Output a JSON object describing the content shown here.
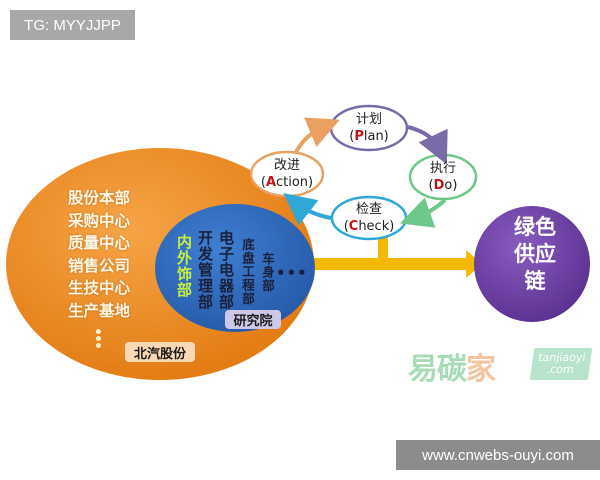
{
  "watermark_top": "TG: MYYJJPP",
  "watermark_bottom": "www.cnwebs-ouyi.com",
  "orange_group": {
    "label": "北汽股份",
    "departments": [
      "股份本部",
      "采购中心",
      "质量中心",
      "销售公司",
      "生技中心",
      "生产基地"
    ],
    "more": "⋮",
    "color": "#ef8a1c"
  },
  "blue_group": {
    "label": "研究院",
    "departments": [
      "内外饰部",
      "开发管理部",
      "电子电器部",
      "底盘工程部",
      "车身部"
    ],
    "more": "•••",
    "color": "#2f6cc0"
  },
  "pdca_cycle": {
    "plan": {
      "cn": "计划",
      "prefix": "(",
      "letter": "P",
      "rest": "lan)",
      "color": "#7b6aa8"
    },
    "do": {
      "cn": "执行",
      "prefix": "(",
      "letter": "D",
      "rest": "o)",
      "color": "#6cc98a"
    },
    "check": {
      "cn": "检查",
      "prefix": "(",
      "letter": "C",
      "rest": "heck)",
      "color": "#2fa8d8"
    },
    "action": {
      "cn": "改进",
      "prefix": "(",
      "letter": "A",
      "rest": "ction)",
      "color": "#e9a060"
    }
  },
  "target": {
    "lines": [
      "绿色",
      "供应",
      "链"
    ],
    "color": "#6b3fa0"
  },
  "arrow_color": "#f5b800",
  "logo": {
    "cn_part1": "易",
    "cn_part2": "碳",
    "cn_part3": "家",
    "domain_line1": "tanjiaoyi",
    "domain_line2": ".com"
  }
}
